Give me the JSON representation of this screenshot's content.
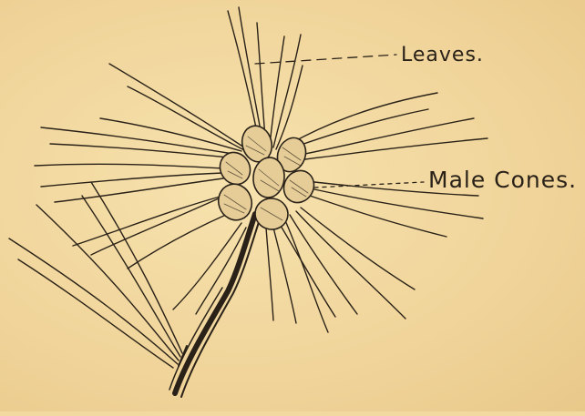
{
  "diagram": {
    "labels": {
      "leaves": "Leaves.",
      "male_cones": "Male Cones."
    },
    "colors": {
      "paper": "#f2d9a0",
      "ink": "#2a2218",
      "cone_fill": "#e6cd98"
    },
    "parts": [
      "branch",
      "needles",
      "male-cones"
    ]
  }
}
